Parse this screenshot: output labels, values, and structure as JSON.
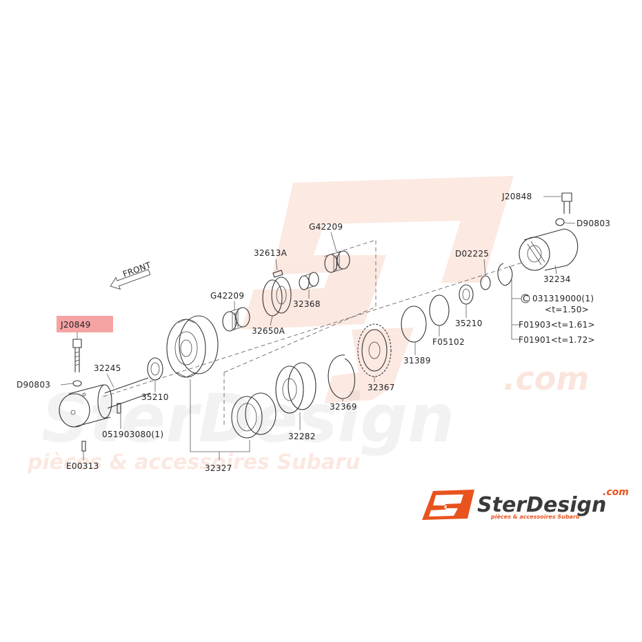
{
  "watermark": {
    "domain": ".com",
    "brand": "SterDesign",
    "tagline": "pièces & accessoires Subaru"
  },
  "front_indicator": "FRONT",
  "highlight_color": "#f5a3a3",
  "logo": {
    "mark": "SJ",
    "brand": "SterDesign",
    "domain": ".com",
    "tagline": "pièces & accessoires Subaru",
    "accent_color": "#e8531e"
  },
  "parts": {
    "J20849": "J20849",
    "D90803_left": "D90803",
    "32245": "32245",
    "051903080": "051903080(1)",
    "E00313": "E00313",
    "35210_left": "35210",
    "32327": "32327",
    "G42209_left": "G42209",
    "32613A": "32613A",
    "32650A": "32650A",
    "32368": "32368",
    "G42209_right": "G42209",
    "32282": "32282",
    "32369": "32369",
    "32367": "32367",
    "31389": "31389",
    "F05102": "F05102",
    "35210_right": "35210",
    "D02225": "D02225",
    "J20848": "J20848",
    "D90803_right": "D90803",
    "32234": "32234",
    "031319000": "031319000(1)",
    "t150": "<t=1.50>",
    "F01903": "F01903<t=1.61>",
    "F01901": "F01901<t=1.72>"
  }
}
